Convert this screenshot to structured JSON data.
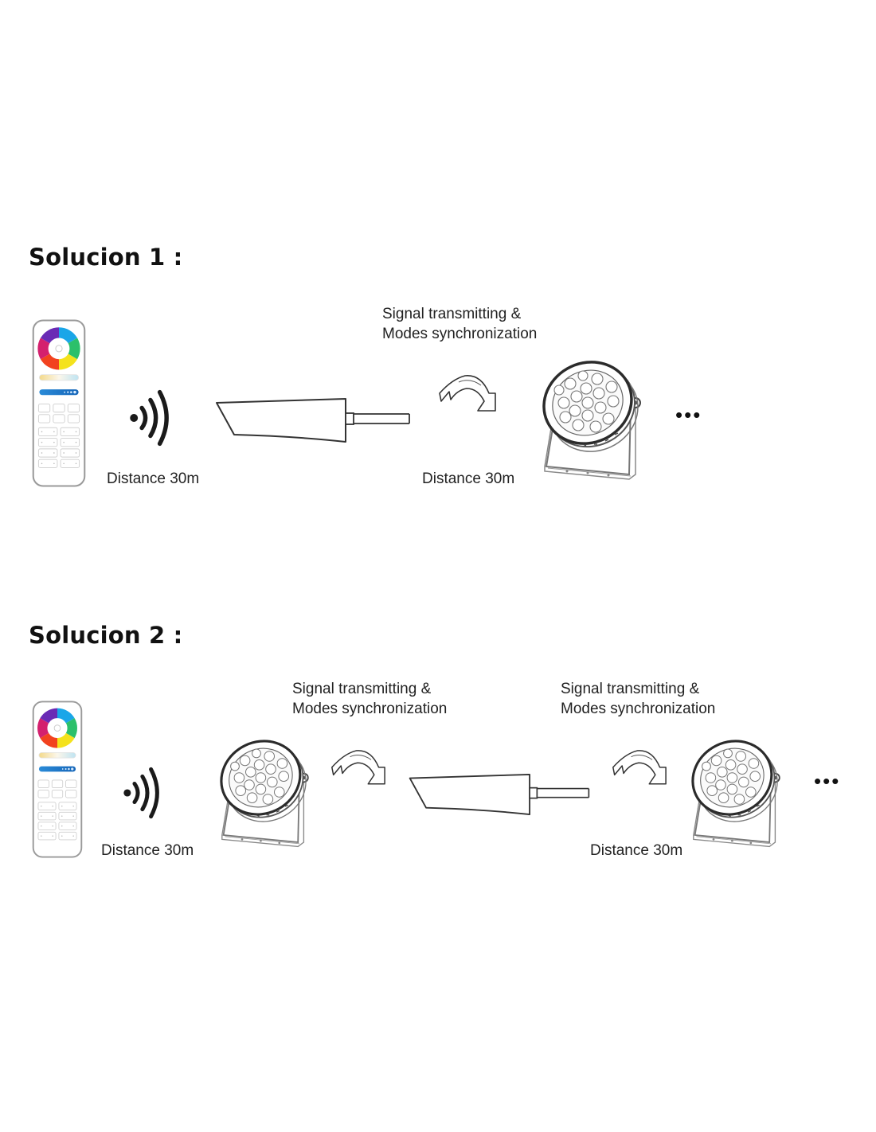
{
  "colors": {
    "background": "#ffffff",
    "text": "#222222",
    "line": "#333333",
    "remote_slider_blue": "#1e7fd0"
  },
  "solutions": [
    {
      "title": "Solucion 1 :",
      "chain": [
        "remote-control-icon",
        "wifi-signal-icon",
        "signal-amplifier-icon",
        "transfer-arrow-icon",
        "spotlight-icon",
        "ellipsis-icon"
      ],
      "sync_labels": [
        {
          "line1": "Signal transmitting &",
          "line2": "Modes synchronization"
        }
      ],
      "distances": [
        "Distance 30m",
        "Distance 30m"
      ],
      "more": "•••"
    },
    {
      "title": "Solucion 2 :",
      "chain": [
        "remote-control-icon",
        "wifi-signal-icon",
        "spotlight-icon",
        "transfer-arrow-icon",
        "signal-amplifier-icon",
        "transfer-arrow-icon",
        "spotlight-icon",
        "ellipsis-icon"
      ],
      "sync_labels": [
        {
          "line1": "Signal transmitting &",
          "line2": "Modes synchronization"
        },
        {
          "line1": "Signal transmitting &",
          "line2": "Modes synchronization"
        }
      ],
      "distances": [
        "Distance 30m",
        "Distance 30m"
      ],
      "more": "•••"
    }
  ]
}
